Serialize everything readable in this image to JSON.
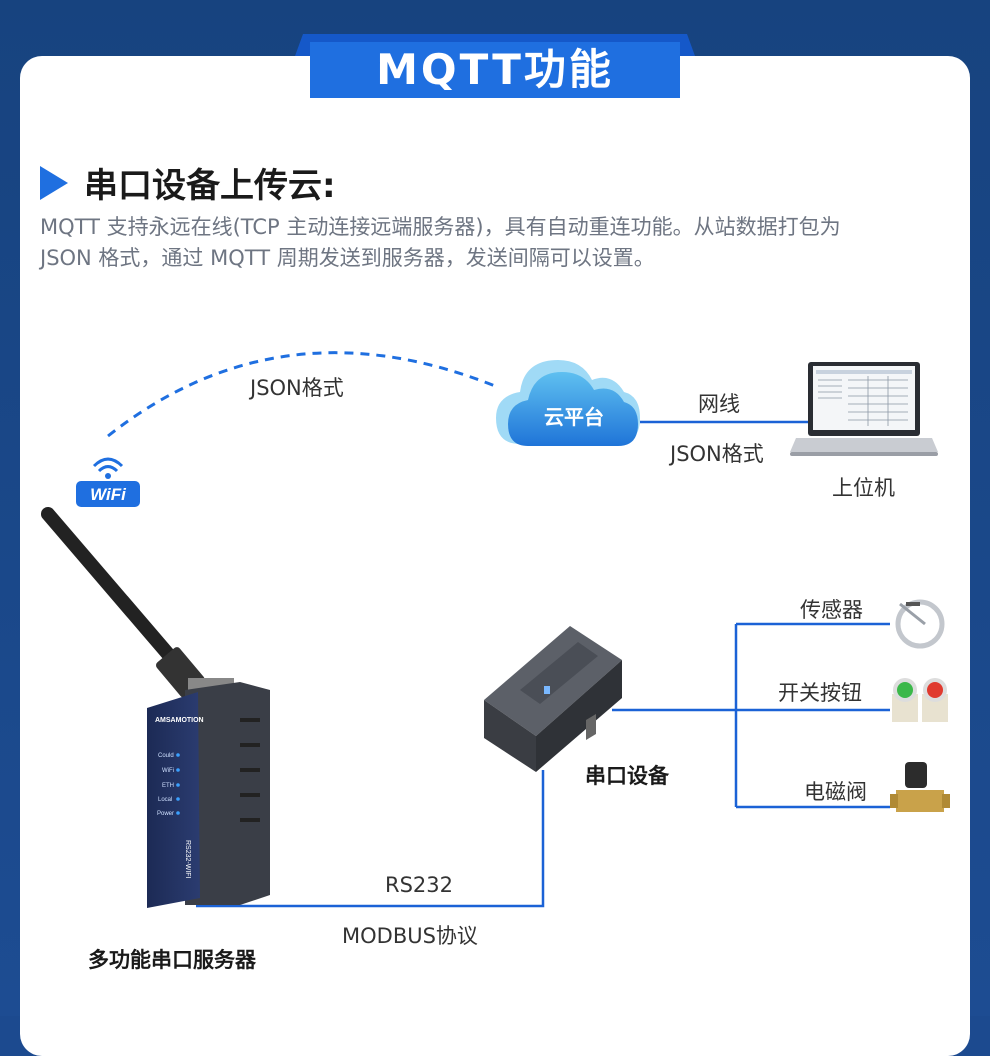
{
  "header": {
    "title": "MQTT功能"
  },
  "section": {
    "title": "串口设备上传云:",
    "description_line1": "MQTT 支持永远在线(TCP 主动连接远端服务器)，具有自动重连功能。从站数据打包为",
    "description_line2": "JSON 格式，通过 MQTT 周期发送到服务器，发送间隔可以设置。"
  },
  "diagram": {
    "wifi_badge": "WiFi",
    "link_wifi_label": "JSON格式",
    "cloud_label": "云平台",
    "link_cloud_pc_top": "网线",
    "link_cloud_pc_bottom": "JSON格式",
    "pc_label": "上位机",
    "server_label": "多功能串口服务器",
    "link_server_plc_top": "RS232",
    "link_server_plc_bottom": "MODBUS协议",
    "plc_label": "串口设备",
    "sensor_label": "传感器",
    "button_label": "开关按钮",
    "valve_label": "电磁阀",
    "device_brand": "AMSAMOTION",
    "device_model": "RS232-WIFI",
    "device_leds": [
      "Could",
      "WiFi",
      "ETH",
      "Local",
      "Power"
    ]
  },
  "colors": {
    "accent": "#1f6fe0",
    "line": "#1b62d6",
    "background": "#1c4a8f"
  }
}
